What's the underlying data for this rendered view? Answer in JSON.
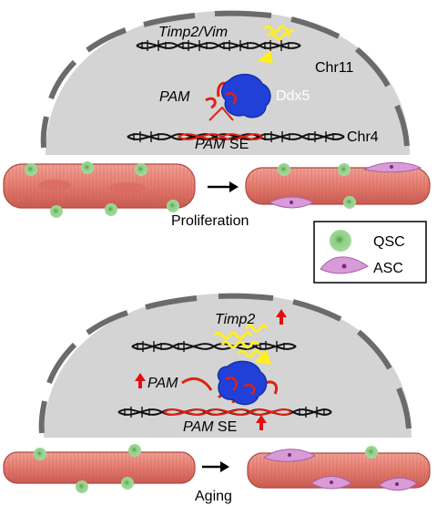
{
  "top_panel": {
    "gene_label": "Timp2/Vim",
    "chr_a": "Chr11",
    "chr_b": "Chr4",
    "pam": "PAM",
    "protein": "Ddx5",
    "se_italic": "PAM",
    "se_plain": " SE",
    "caption": "Proliferation"
  },
  "legend": {
    "qsc": "QSC",
    "asc": "ASC"
  },
  "bottom_panel": {
    "gene_label": "Timp2",
    "pam": "PAM",
    "se_italic": "PAM",
    "se_plain": " SE",
    "caption": "Aging"
  },
  "colors": {
    "nucleus": "#d4d4d4",
    "envelope": "#6b6b6b",
    "ddx5": "#2040d8",
    "rna": "#ffee22",
    "pam_strand": "#e02010",
    "fiber": "#e57b6f",
    "qsc": "#86c77f",
    "asc": "#d99bd8",
    "arrow_up": "#e01010"
  }
}
